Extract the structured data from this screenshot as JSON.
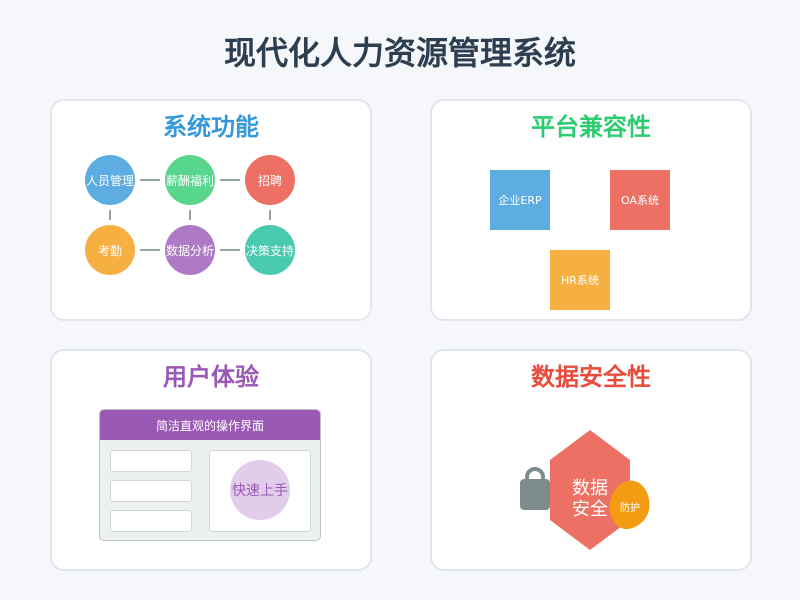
{
  "title": "现代化人力资源管理系统",
  "features": {
    "heading": "系统功能",
    "color": "#3498db",
    "nodes": [
      {
        "label": "人员管理",
        "color": "#5dade2"
      },
      {
        "label": "薪酬福利",
        "color": "#58d68d"
      },
      {
        "label": "招聘",
        "color": "#ec7063"
      },
      {
        "label": "考勤",
        "color": "#f5b041"
      },
      {
        "label": "数据分析",
        "color": "#af7ac5"
      },
      {
        "label": "决策支持",
        "color": "#48c9b0"
      }
    ]
  },
  "compat": {
    "heading": "平台兼容性",
    "color": "#2ecc71",
    "systems": [
      {
        "label": "企业ERP",
        "color": "#5dade2"
      },
      {
        "label": "OA系统",
        "color": "#ec7063"
      },
      {
        "label": "HR系统",
        "color": "#f5b041"
      }
    ]
  },
  "ux": {
    "heading": "用户体验",
    "color": "#9b59b6",
    "window_title": "简洁直观的操作界面",
    "badge": "快速上手"
  },
  "security": {
    "heading": "数据安全性",
    "color": "#e74c3c",
    "core_line1": "数据",
    "core_line2": "安全",
    "shield": "防护"
  }
}
